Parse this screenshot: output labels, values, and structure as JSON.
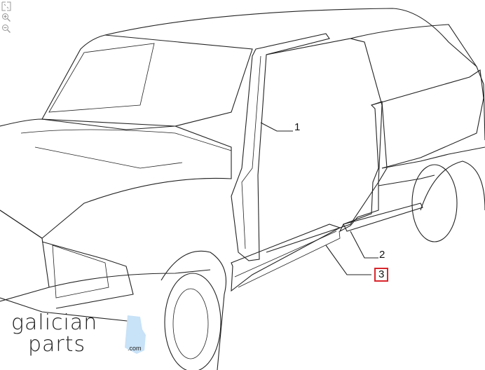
{
  "toolbar": {
    "icons": [
      "fit-screen-icon",
      "zoom-in-icon",
      "zoom-out-icon"
    ]
  },
  "callouts": [
    {
      "number": "1",
      "highlighted": false
    },
    {
      "number": "2",
      "highlighted": false
    },
    {
      "number": "3",
      "highlighted": true
    }
  ],
  "logo": {
    "line1": "galician",
    "line2": "parts",
    "domain": ".com",
    "accent_color": "#c8e2f7"
  },
  "colors": {
    "line": "#222222",
    "highlight": "#d9262c"
  }
}
